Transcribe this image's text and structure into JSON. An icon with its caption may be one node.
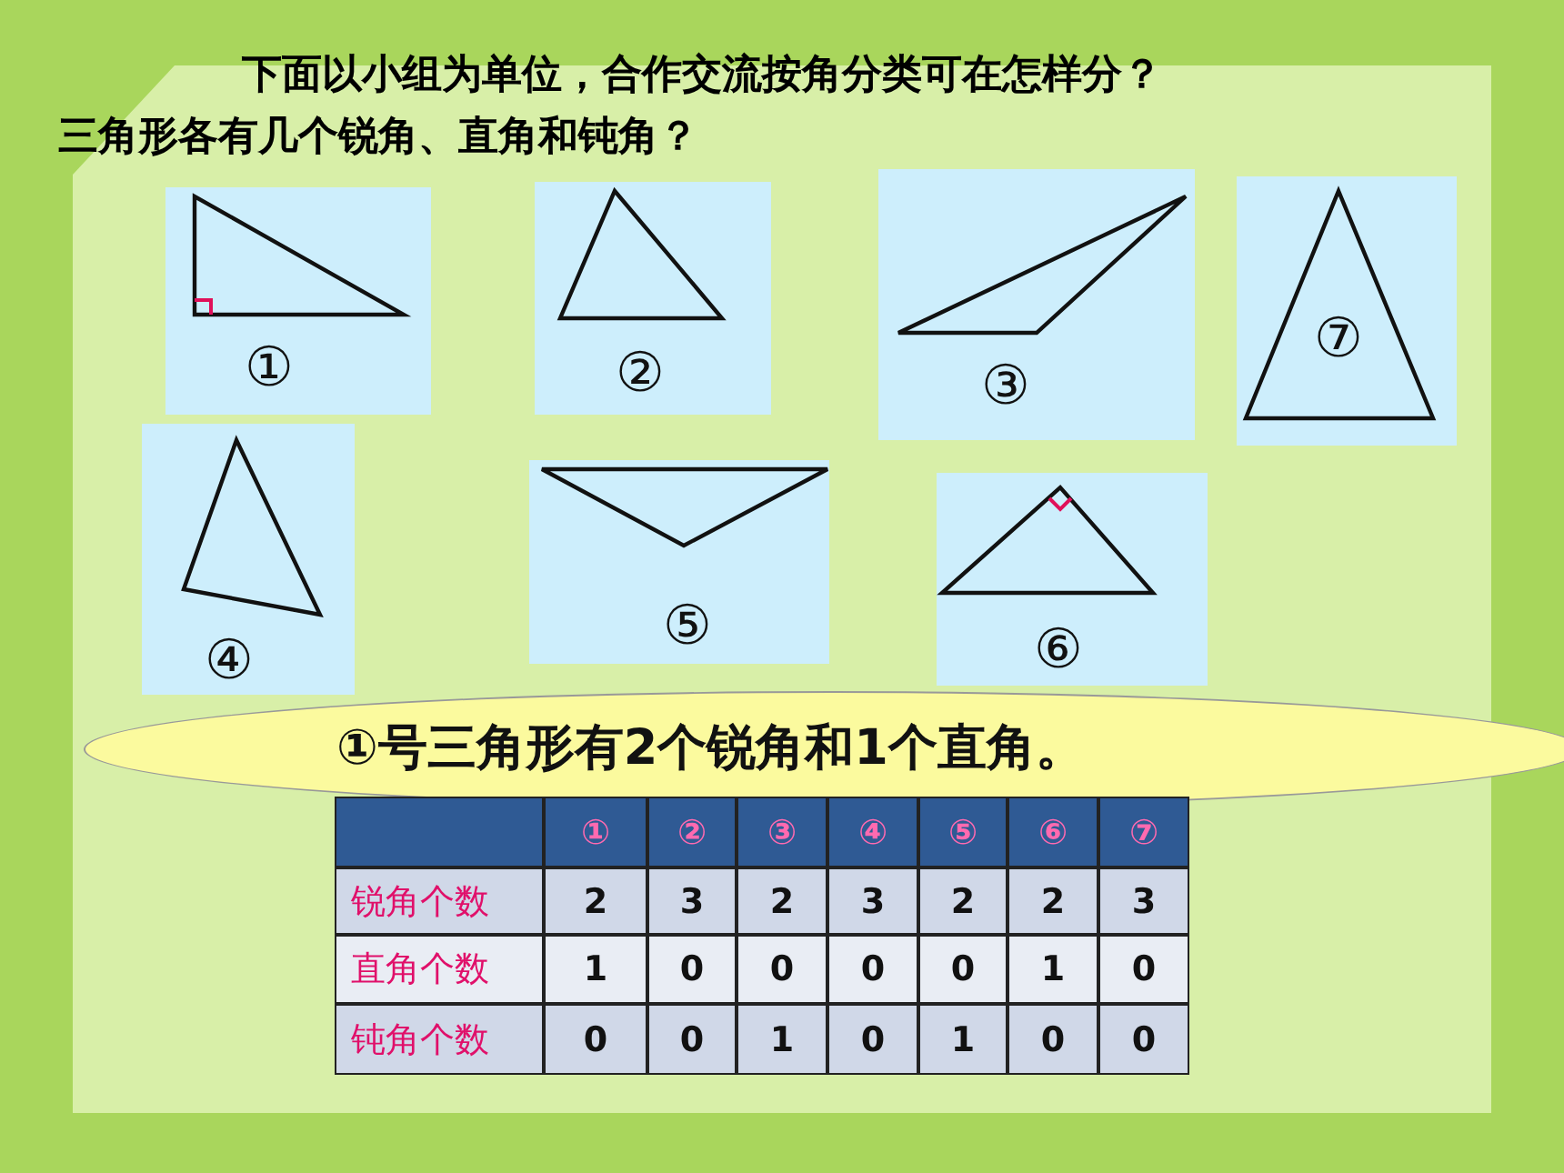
{
  "diagram": {
    "title": "下面以小组为单位，合作交流按角分类可在怎样分？",
    "nodes": [
      {
        "text": [
          "①"
        ]
      },
      {
        "text": [
          "②"
        ]
      },
      {
        "text": [
          "③"
        ]
      },
      {
        "text": [
          "⑦"
        ]
      },
      {
        "text": [
          "④"
        ]
      },
      {
        "text": [
          "⑤"
        ]
      },
      {
        "text": [
          "⑥"
        ]
      },
      {
        "text": [
          "①号三角形有2个锐角和1个直角。"
        ]
      }
    ],
    "labels": [
      "三角形各有几个锐角、直角和钝角？",
      "①",
      "②",
      "③",
      "④",
      "⑤",
      "⑥",
      "⑦",
      "锐角个数",
      "2",
      "3",
      "2",
      "3",
      "2",
      "2",
      "3",
      "直角个数",
      "1",
      "0",
      "0",
      "0",
      "0",
      "1",
      "0",
      "钝角个数",
      "0",
      "0",
      "1",
      "0",
      "1",
      "0",
      "0"
    ]
  }
}
